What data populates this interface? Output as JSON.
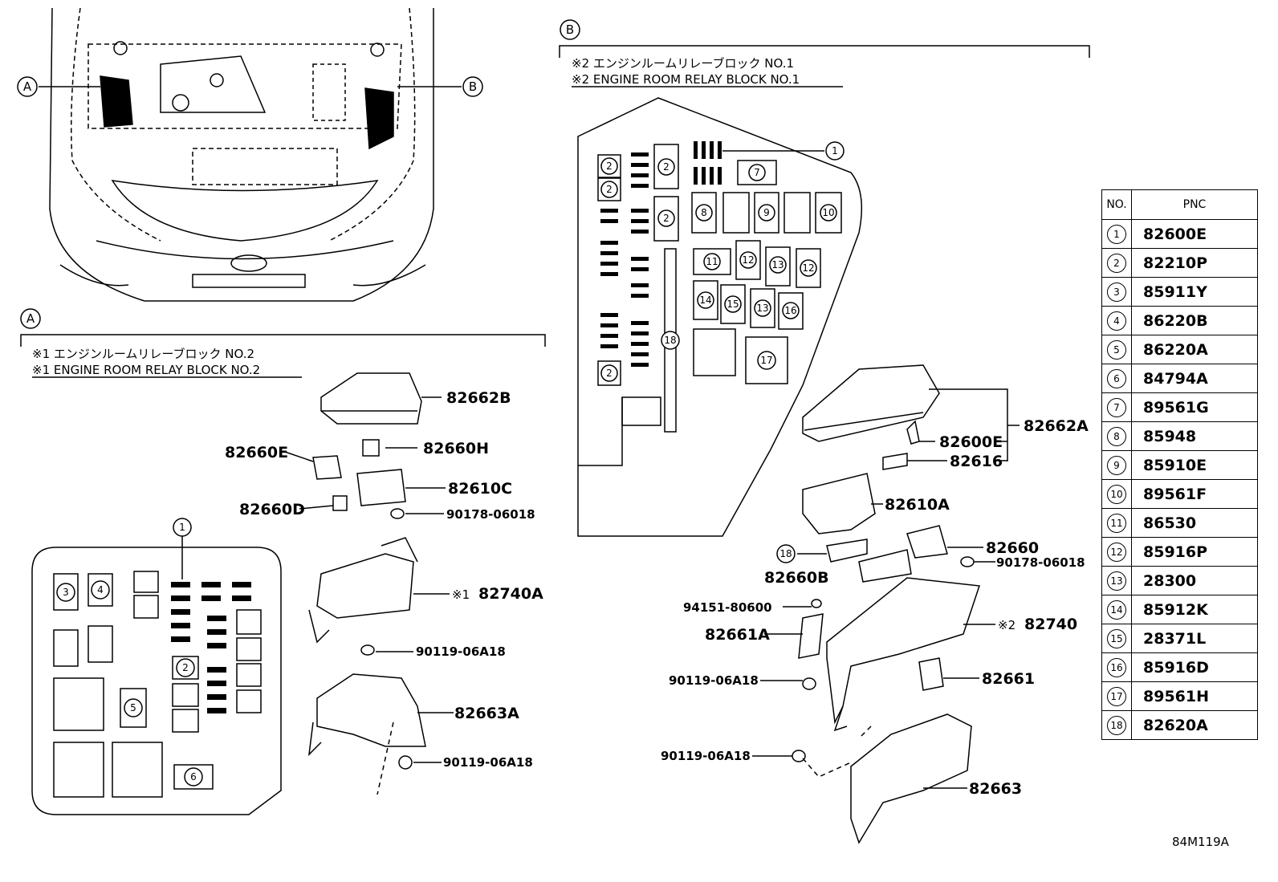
{
  "callouts": {
    "a": "A",
    "b": "B"
  },
  "section_a": {
    "marker": "A",
    "title_jp": "※1 エンジンルームリレーブロック NO.2",
    "title_en": "※1 ENGINE ROOM RELAY BLOCK NO.2",
    "layout_numbers": [
      "1",
      "3",
      "4",
      "2",
      "5",
      "6"
    ],
    "parts": [
      "82662B",
      "82660H",
      "82660E",
      "82610C",
      "82660D",
      "90178-06018",
      "※1",
      "82740A",
      "90119-06A18",
      "82663A",
      "90119-06A18"
    ]
  },
  "section_b": {
    "marker": "B",
    "title_jp": "※2 エンジンルームリレーブロック NO.1",
    "title_en": "※2 ENGINE ROOM RELAY BLOCK NO.1",
    "layout_numbers": [
      "1",
      "2",
      "2",
      "2",
      "2",
      "2",
      "7",
      "8",
      "9",
      "10",
      "11",
      "12",
      "13",
      "12",
      "14",
      "15",
      "13",
      "16",
      "17",
      "18"
    ],
    "parts": [
      "82662A",
      "82600E",
      "82616",
      "82610A",
      "82660",
      "18",
      "90178-06018",
      "82660B",
      "94151-80600",
      "82661A",
      "※2",
      "82740",
      "90119-06A18",
      "82661",
      "90119-06A18",
      "82663"
    ]
  },
  "table": {
    "headers": [
      "NO.",
      "PNC"
    ],
    "rows": [
      {
        "no": "1",
        "pnc": "82600E"
      },
      {
        "no": "2",
        "pnc": "82210P"
      },
      {
        "no": "3",
        "pnc": "85911Y"
      },
      {
        "no": "4",
        "pnc": "86220B"
      },
      {
        "no": "5",
        "pnc": "86220A"
      },
      {
        "no": "6",
        "pnc": "84794A"
      },
      {
        "no": "7",
        "pnc": "89561G"
      },
      {
        "no": "8",
        "pnc": "85948"
      },
      {
        "no": "9",
        "pnc": "85910E"
      },
      {
        "no": "10",
        "pnc": "89561F"
      },
      {
        "no": "11",
        "pnc": "86530"
      },
      {
        "no": "12",
        "pnc": "85916P"
      },
      {
        "no": "13",
        "pnc": "28300"
      },
      {
        "no": "14",
        "pnc": "85912K"
      },
      {
        "no": "15",
        "pnc": "28371L"
      },
      {
        "no": "16",
        "pnc": "85916D"
      },
      {
        "no": "17",
        "pnc": "89561H"
      },
      {
        "no": "18",
        "pnc": "82620A"
      }
    ]
  },
  "diagram_code": "84M119A"
}
